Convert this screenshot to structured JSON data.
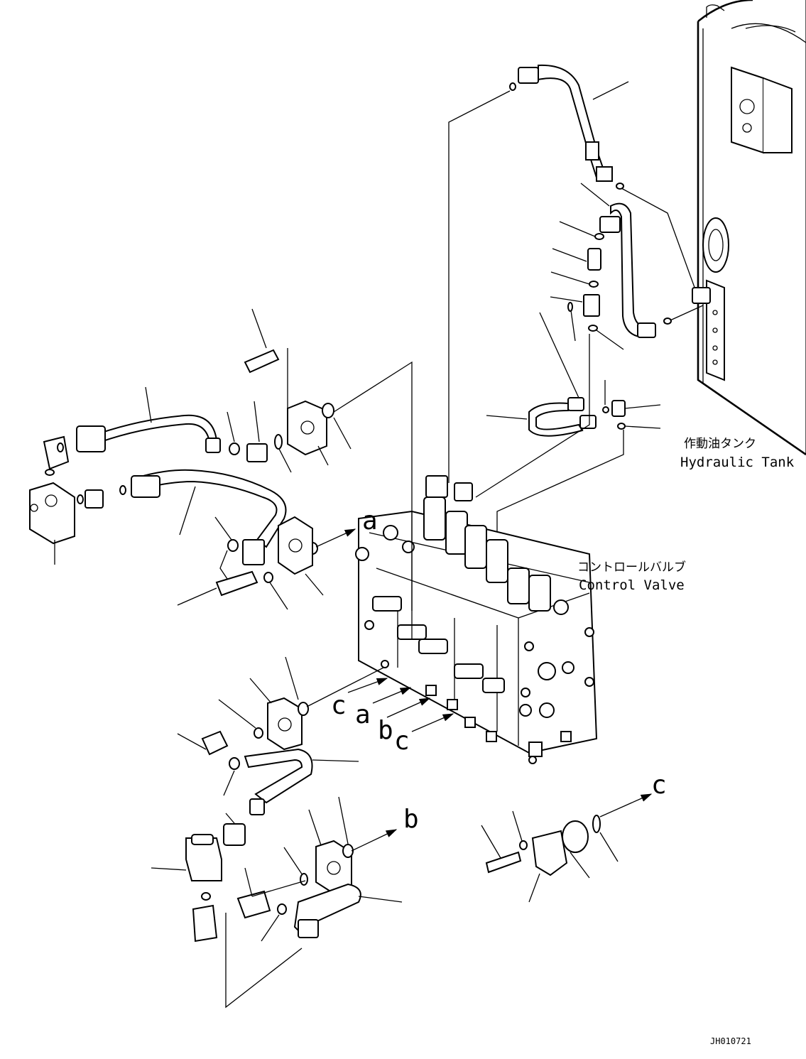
{
  "labels": {
    "tank_jp": "作動油タンク",
    "tank_en": "Hydraulic Tank",
    "valve_jp": "コントロールバルブ",
    "valve_en": "Control Valve",
    "drawing_id": "JH010721"
  },
  "ref_letters": {
    "a_upper": "a",
    "c_mid": "c",
    "a_mid": "a",
    "b_mid": "b",
    "c_mid2": "c",
    "b_lower": "b",
    "c_right": "c"
  },
  "colors": {
    "ink": "#000000",
    "paper": "#ffffff"
  }
}
